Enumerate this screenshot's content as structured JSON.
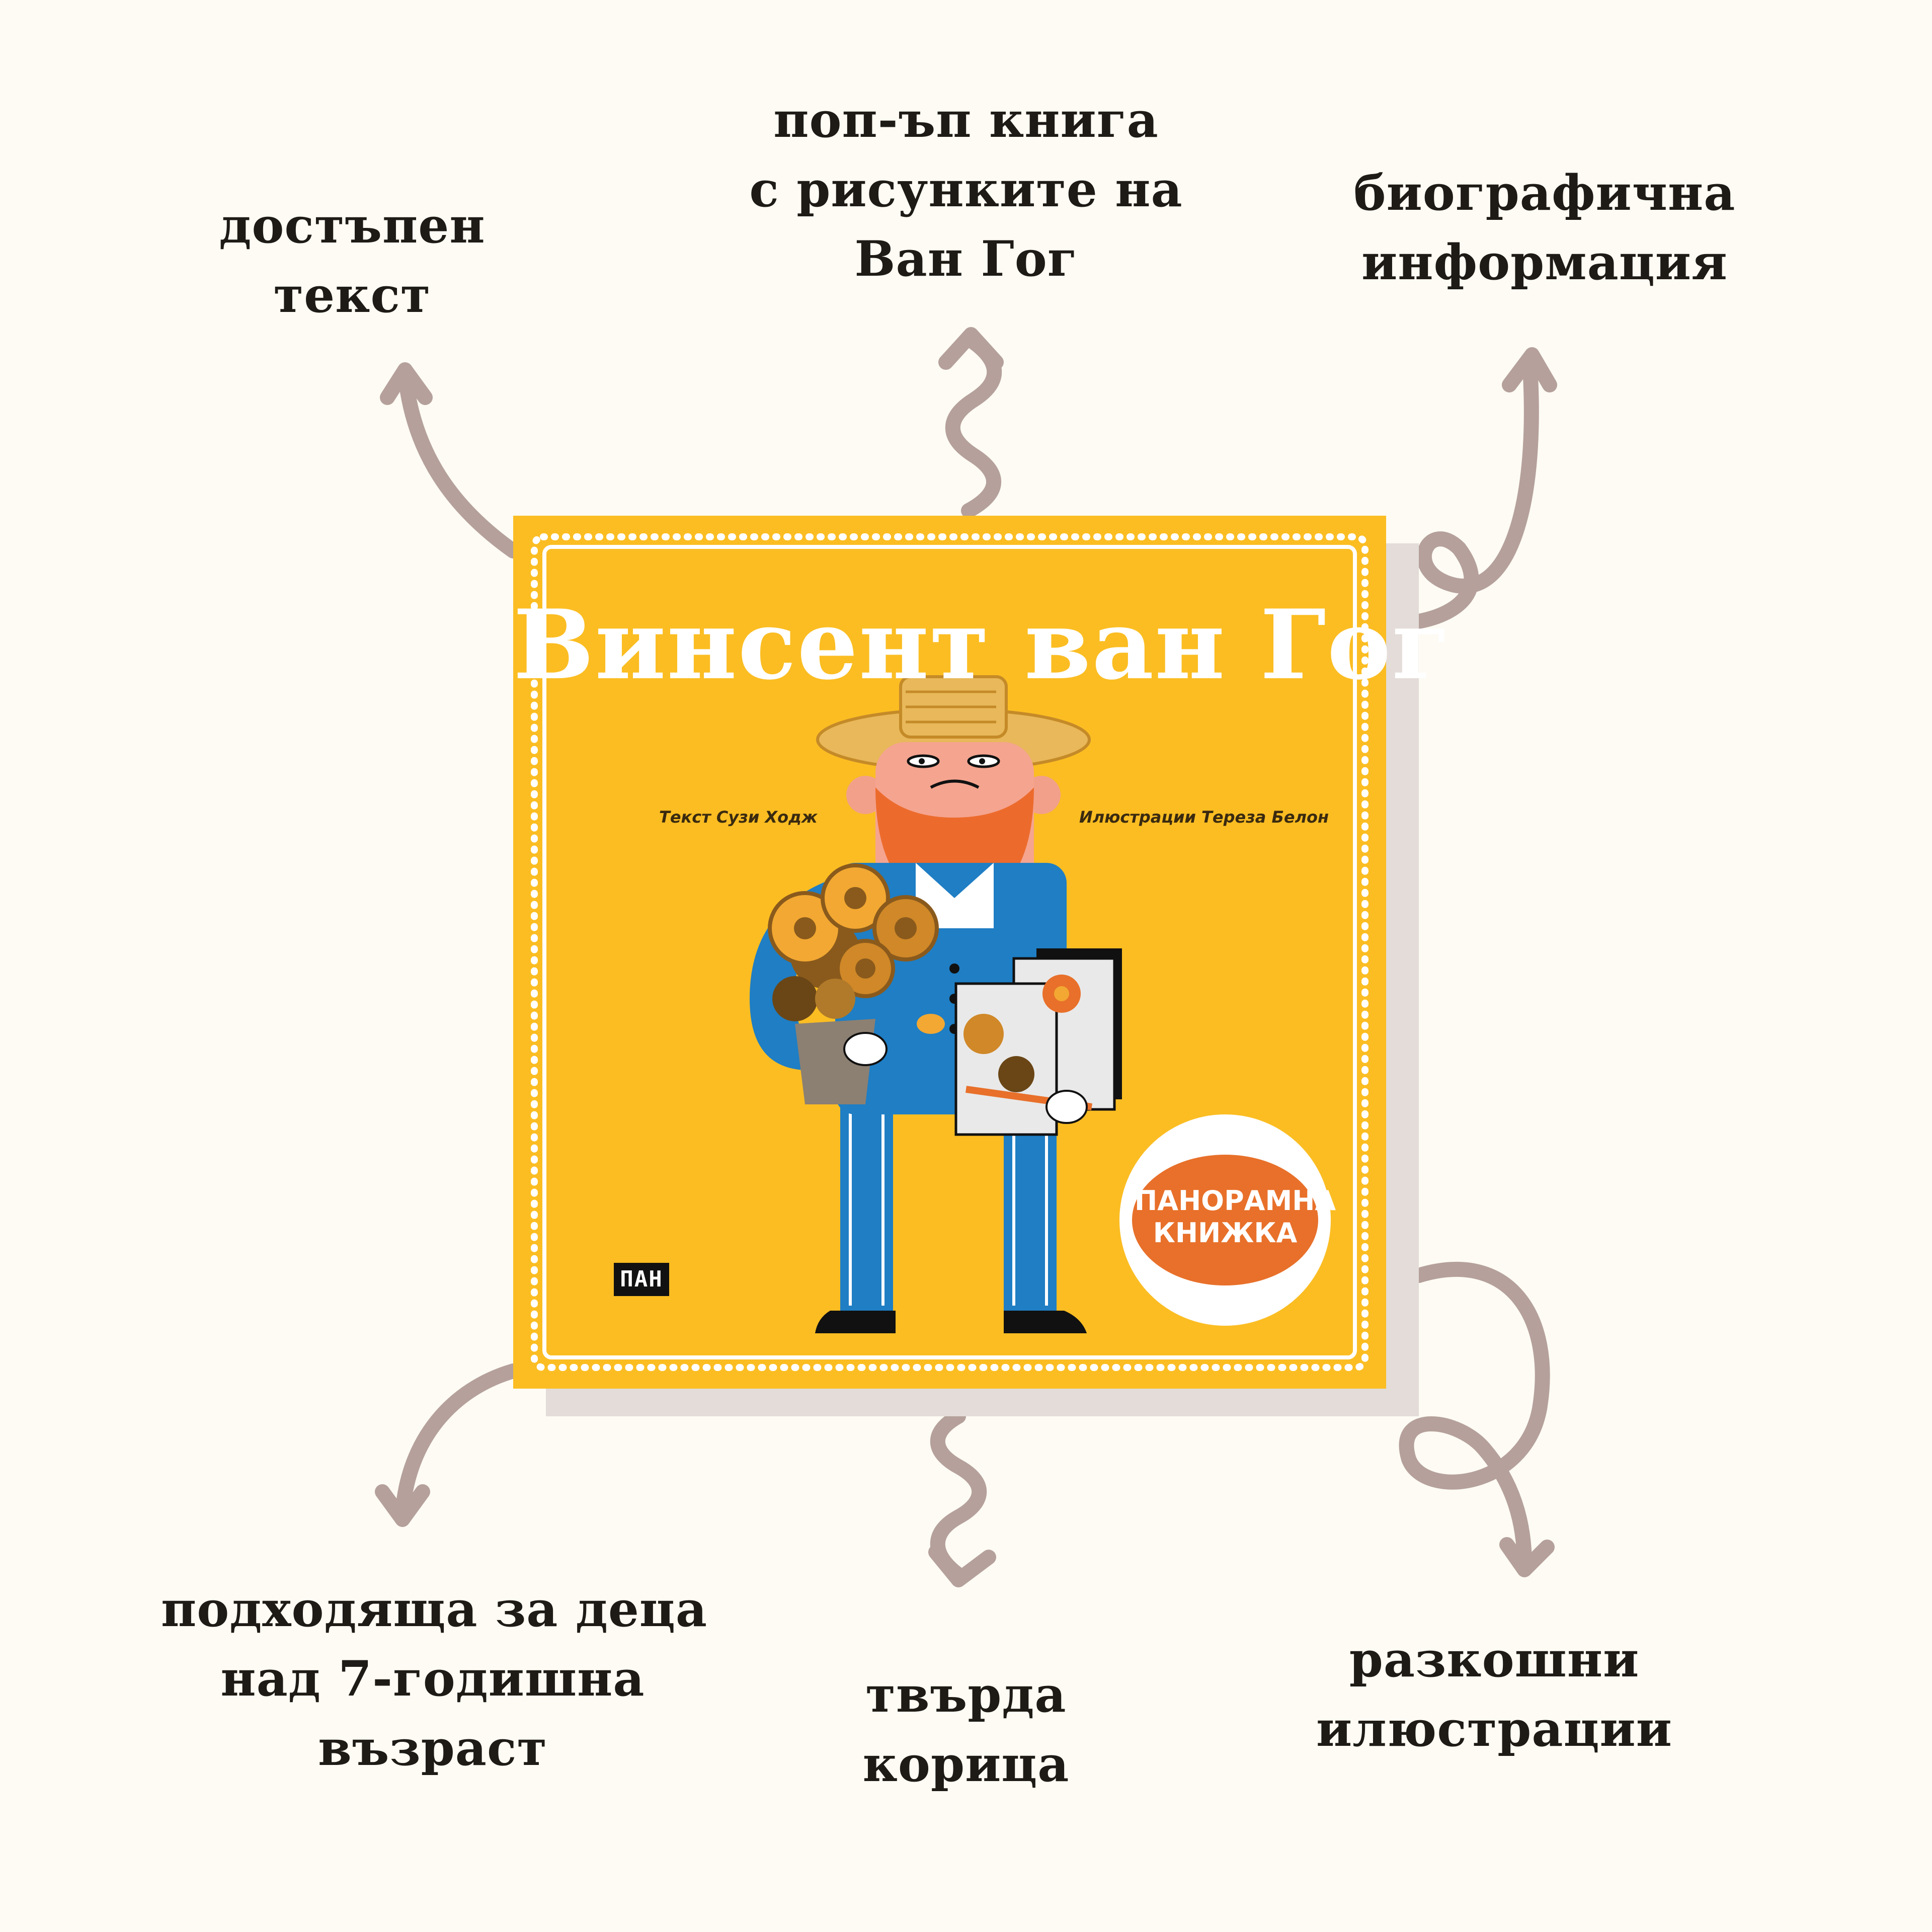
{
  "features": {
    "accessible_text": [
      "достъпен",
      "текст"
    ],
    "popup_book": [
      "поп-ъп книга",
      "с рисунките на",
      "Ван Гог"
    ],
    "biographical": [
      "биографична",
      "информация"
    ],
    "age": [
      "подходяща за деца",
      "над 7-годишна",
      "възраст"
    ],
    "hardcover": [
      "твърда",
      "корица"
    ],
    "illustrations": [
      "разкошни",
      "илюстрации"
    ]
  },
  "cover": {
    "title": "Винсент ван Гог",
    "text_credit": "Текст Сузи Ходж",
    "illustration_credit": "Илюстрации Тереза Белон",
    "badge": [
      "ПАНОРАМНА",
      "КНИЖКА"
    ],
    "publisher_logo": "ПАН"
  },
  "colors": {
    "background": "#fdfbf3",
    "arrow": "#b5a09c",
    "cover_yellow": "#fbbd22",
    "badge_orange": "#e8702a",
    "suit_blue": "#1f7ec4"
  }
}
